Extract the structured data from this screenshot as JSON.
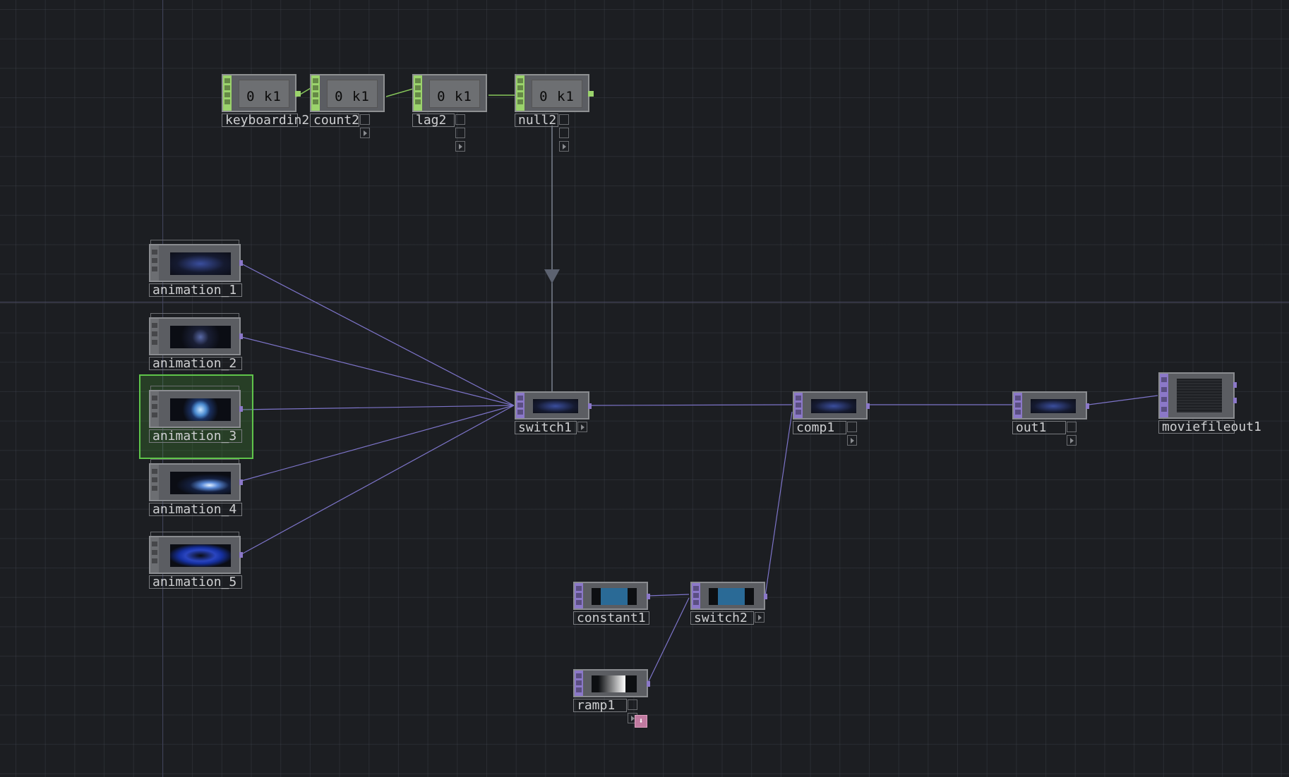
{
  "nodes": {
    "keyboardin2": {
      "label": "keyboardin2",
      "value": "0 k1"
    },
    "count2": {
      "label": "count2",
      "value": "0 k1"
    },
    "lag2": {
      "label": "lag2",
      "value": "0 k1"
    },
    "null2": {
      "label": "null2",
      "value": "0 k1"
    },
    "animation_1": {
      "label": "animation_1"
    },
    "animation_2": {
      "label": "animation_2"
    },
    "animation_3": {
      "label": "animation_3"
    },
    "animation_4": {
      "label": "animation_4"
    },
    "animation_5": {
      "label": "animation_5"
    },
    "switch1": {
      "label": "switch1"
    },
    "comp1": {
      "label": "comp1"
    },
    "out1": {
      "label": "out1"
    },
    "moviefileout1": {
      "label": "moviefileout1"
    },
    "constant1": {
      "label": "constant1"
    },
    "switch2": {
      "label": "switch2"
    },
    "ramp1": {
      "label": "ramp1"
    }
  },
  "colors": {
    "background": "#1c1e22",
    "chop_family": "#9bd36c",
    "top_family": "#8b78c8",
    "wire_top": "#7d74c9",
    "wire_chop": "#86c65a",
    "wire_export": "#7b8290",
    "selection": "#5fc44a"
  },
  "icons": {
    "ramp_flag": "download-arrow-icon"
  }
}
